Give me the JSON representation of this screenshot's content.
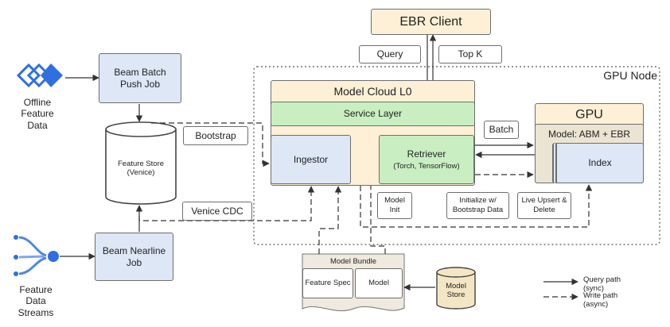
{
  "source_offline": {
    "label": "Offline\nFeature\nData"
  },
  "source_streams": {
    "label": "Feature\nData\nStreams"
  },
  "beam_batch": {
    "label": "Beam Batch\nPush Job"
  },
  "beam_nearline": {
    "label": "Beam Nearline\nJob"
  },
  "feature_store": {
    "label": "Feature Store\n(Venice)"
  },
  "bootstrap": {
    "label": "Bootstrap"
  },
  "venice_cdc": {
    "label": "Venice CDC"
  },
  "ebr_client": {
    "label": "EBR Client"
  },
  "query_label": {
    "label": "Query"
  },
  "topk_label": {
    "label": "Top K"
  },
  "gpu_node": {
    "label": "GPU Node"
  },
  "model_cloud": {
    "label": "Model Cloud L0"
  },
  "service_layer": {
    "label": "Service Layer"
  },
  "ingestor": {
    "label": "Ingestor"
  },
  "retriever": {
    "title": "Retriever",
    "subtitle": "(Torch, TensorFlow)"
  },
  "batch_label": {
    "label": "Batch"
  },
  "gpu": {
    "label": "GPU"
  },
  "model_abm": {
    "label": "Model: ABM + EBR"
  },
  "index": {
    "label": "Index"
  },
  "model_init": {
    "label": "Model\nInit"
  },
  "initialize": {
    "label": "Initialize w/\nBootstrap Data"
  },
  "live_upsert": {
    "label": "Live Upsert &\nDelete"
  },
  "model_bundle": {
    "title": "Model Bundle",
    "feature_spec": "Feature Spec",
    "model": "Model"
  },
  "model_store": {
    "label": "Model\nStore"
  },
  "legend": {
    "query_path": "Query path\n(sync)",
    "write_path": "Write path\n(async)"
  },
  "colors": {
    "blue": "#dde7f6",
    "peach": "#fdf0d6",
    "green": "#c9eec2",
    "tan": "#ebe4d3",
    "store": "#f3e6c4",
    "icon_blue": "#2f6fe0"
  }
}
